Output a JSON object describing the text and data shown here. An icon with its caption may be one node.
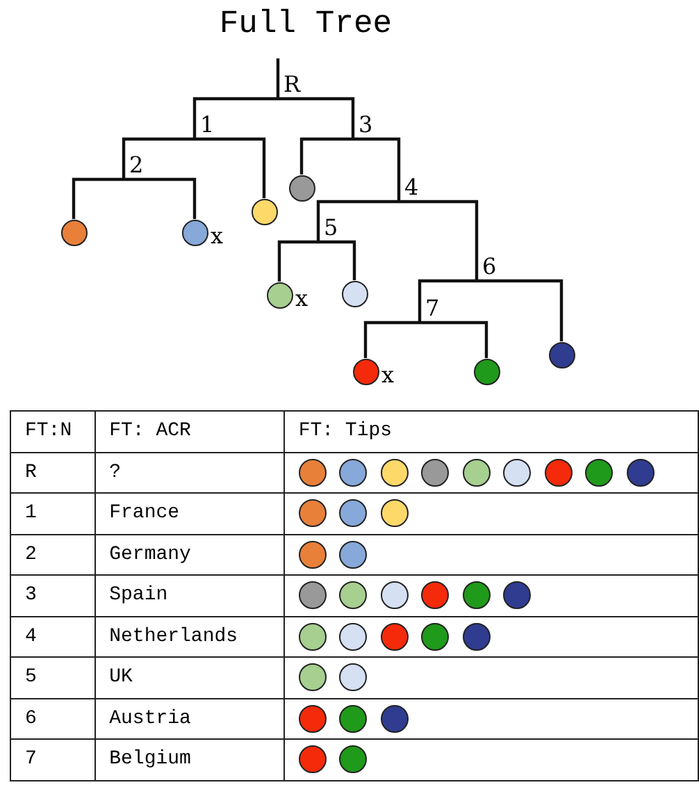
{
  "diagram": {
    "title": "Full Tree",
    "nodes": [
      {
        "text": [
          "R"
        ]
      },
      {
        "text": [
          "1"
        ]
      },
      {
        "text": [
          "2"
        ]
      },
      {
        "text": [
          "3"
        ]
      },
      {
        "text": [
          "4"
        ]
      },
      {
        "text": [
          "5"
        ]
      },
      {
        "text": [
          "6"
        ]
      },
      {
        "text": [
          "7"
        ]
      },
      {
        "text": [],
        "shape": "circle"
      },
      {
        "text": [],
        "shape": "circle",
        "beside": [
          "x"
        ]
      },
      {
        "text": [],
        "shape": "circle"
      },
      {
        "text": [],
        "shape": "circle",
        "beside": [
          "x"
        ]
      },
      {
        "text": [],
        "shape": "circle"
      },
      {
        "text": [],
        "shape": "circle"
      },
      {
        "text": [],
        "shape": "circle",
        "beside": [
          "x"
        ]
      },
      {
        "text": [],
        "shape": "circle"
      },
      {
        "text": [],
        "shape": "circle"
      }
    ],
    "edges": [
      {
        "from": 0,
        "to": 1,
        "arrow": "none"
      },
      {
        "from": 0,
        "to": 3,
        "arrow": "none"
      },
      {
        "from": 1,
        "to": 2,
        "arrow": "none"
      },
      {
        "from": 1,
        "to": 10,
        "arrow": "none"
      },
      {
        "from": 2,
        "to": 8,
        "arrow": "none"
      },
      {
        "from": 2,
        "to": 9,
        "arrow": "none"
      },
      {
        "from": 3,
        "to": 12,
        "arrow": "none"
      },
      {
        "from": 3,
        "to": 4,
        "arrow": "none"
      },
      {
        "from": 4,
        "to": 5,
        "arrow": "none"
      },
      {
        "from": 4,
        "to": 6,
        "arrow": "none"
      },
      {
        "from": 5,
        "to": 11,
        "arrow": "none"
      },
      {
        "from": 5,
        "to": 13,
        "arrow": "none"
      },
      {
        "from": 6,
        "to": 7,
        "arrow": "none"
      },
      {
        "from": 6,
        "to": 16,
        "arrow": "none"
      },
      {
        "from": 7,
        "to": 14,
        "arrow": "none"
      },
      {
        "from": 7,
        "to": 15,
        "arrow": "none"
      }
    ],
    "labels": [
      "FT:N",
      "FT: ACR",
      "FT: Tips",
      "R",
      "?",
      "1",
      "France",
      "2",
      "Germany",
      "3",
      "Spain",
      "4",
      "Netherlands",
      "5",
      "UK",
      "6",
      "Austria",
      "7",
      "Belgium"
    ]
  }
}
